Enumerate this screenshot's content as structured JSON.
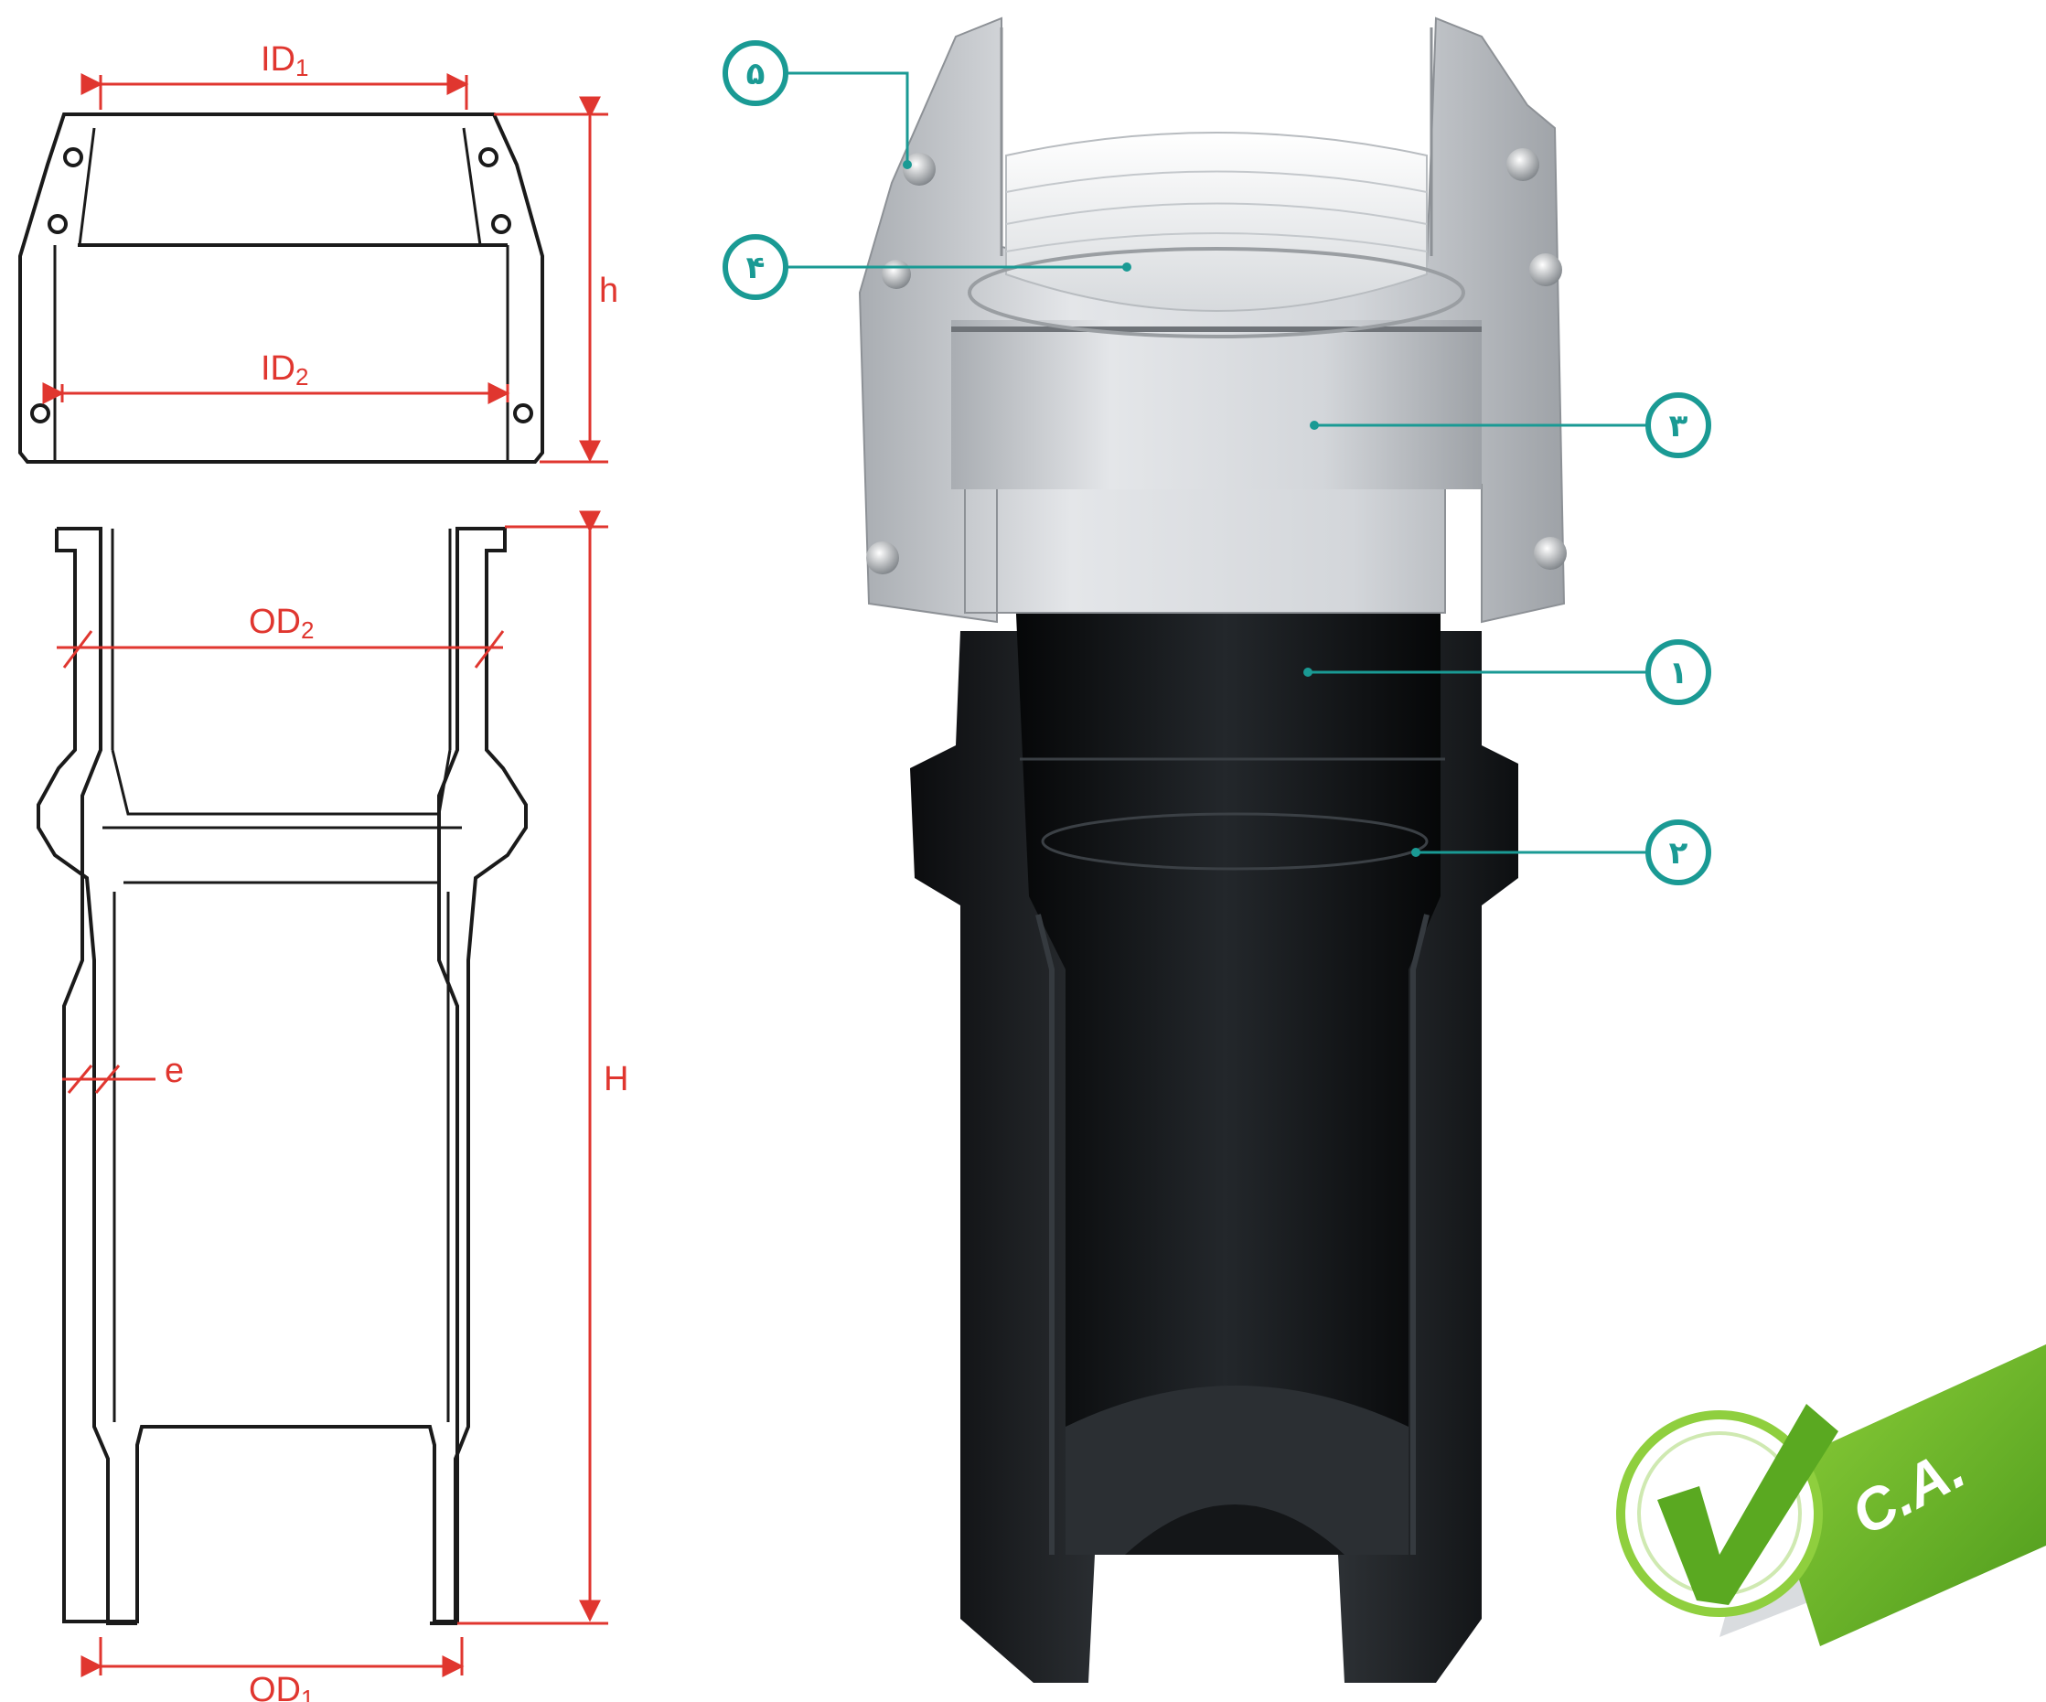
{
  "dimensions": {
    "id1": "ID",
    "id1_sub": "1",
    "id2": "ID",
    "id2_sub": "2",
    "od2": "OD",
    "od2_sub": "2",
    "od1": "OD",
    "od1_sub": "1",
    "h_small": "h",
    "h_large": "H",
    "e": "e"
  },
  "callouts": [
    {
      "label": "۵",
      "part": "bolt"
    },
    {
      "label": "۴",
      "part": "rubber-seal"
    },
    {
      "label": "۳",
      "part": "metal-clamp"
    },
    {
      "label": "۱",
      "part": "pipe-body"
    },
    {
      "label": "۲",
      "part": "inner-ring"
    }
  ],
  "badge": {
    "text": "C.A."
  },
  "colors": {
    "dimension_red": "#e0362f",
    "callout_teal": "#1a9a94",
    "badge_green": "#6dbb2c",
    "outline": "#1a1a1a",
    "pipe_dark": "#1e2124",
    "clamp_silver": "#c9ccd0"
  }
}
